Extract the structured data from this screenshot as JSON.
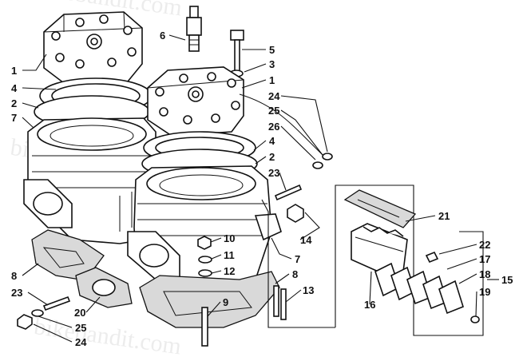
{
  "watermark": "bikebandit.com",
  "callouts": [
    {
      "id": "c1a",
      "label": "1"
    },
    {
      "id": "c4a",
      "label": "4"
    },
    {
      "id": "c2a",
      "label": "2"
    },
    {
      "id": "c7a",
      "label": "7"
    },
    {
      "id": "c6",
      "label": "6"
    },
    {
      "id": "c5",
      "label": "5"
    },
    {
      "id": "c3",
      "label": "3"
    },
    {
      "id": "c1b",
      "label": "1"
    },
    {
      "id": "c24a",
      "label": "24"
    },
    {
      "id": "c25a",
      "label": "25"
    },
    {
      "id": "c26",
      "label": "26"
    },
    {
      "id": "c4b",
      "label": "4"
    },
    {
      "id": "c2b",
      "label": "2"
    },
    {
      "id": "c23a",
      "label": "23"
    },
    {
      "id": "c21",
      "label": "21"
    },
    {
      "id": "c14",
      "label": "14"
    },
    {
      "id": "c10",
      "label": "10"
    },
    {
      "id": "c11",
      "label": "11"
    },
    {
      "id": "c12",
      "label": "12"
    },
    {
      "id": "c7b",
      "label": "7"
    },
    {
      "id": "c8a",
      "label": "8"
    },
    {
      "id": "c8b",
      "label": "8"
    },
    {
      "id": "c13",
      "label": "13"
    },
    {
      "id": "c23b",
      "label": "23"
    },
    {
      "id": "c20",
      "label": "20"
    },
    {
      "id": "c25b",
      "label": "25"
    },
    {
      "id": "c24b",
      "label": "24"
    },
    {
      "id": "c9",
      "label": "9"
    },
    {
      "id": "c22",
      "label": "22"
    },
    {
      "id": "c17",
      "label": "17"
    },
    {
      "id": "c18",
      "label": "18"
    },
    {
      "id": "c15",
      "label": "15"
    },
    {
      "id": "c16",
      "label": "16"
    },
    {
      "id": "c19",
      "label": "19"
    }
  ]
}
